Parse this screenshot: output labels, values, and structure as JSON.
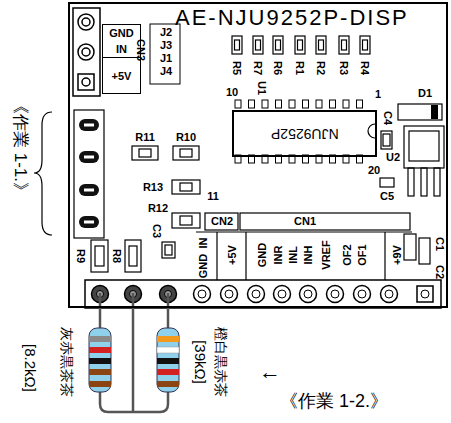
{
  "diagram": {
    "nodes": [
      {
        "text": [
          "AE-NJU9252P-DISP"
        ]
      },
      {
        "text": [
          "GND",
          "IN",
          "+5V"
        ],
        "in": 0
      },
      {
        "text": [
          "NJU9252P"
        ],
        "in": 0
      }
    ],
    "labels": [
      "CN3",
      "J2",
      "J3",
      "J1",
      "J4",
      "R5",
      "R7",
      "R6",
      "R1",
      "R2",
      "R3",
      "R4",
      "10",
      "U1",
      "1",
      "D1",
      "C4",
      "U2",
      "20",
      "C5",
      "R11",
      "R10",
      "R13",
      "11",
      "R12",
      "C3",
      "CN2",
      "CN1",
      "R9",
      "R8",
      "GND",
      "IN",
      "+5V",
      "GND",
      "INR",
      "INL",
      "INH",
      "VREF",
      "OF2",
      "OF1",
      "+9V",
      "C1",
      "C2",
      "《作業 1-1.》",
      "[8.2kΩ]",
      "灰赤黒茶茶",
      "[39kΩ]",
      "橙白黒赤茶",
      "←",
      "《作業 1-2.》"
    ]
  }
}
